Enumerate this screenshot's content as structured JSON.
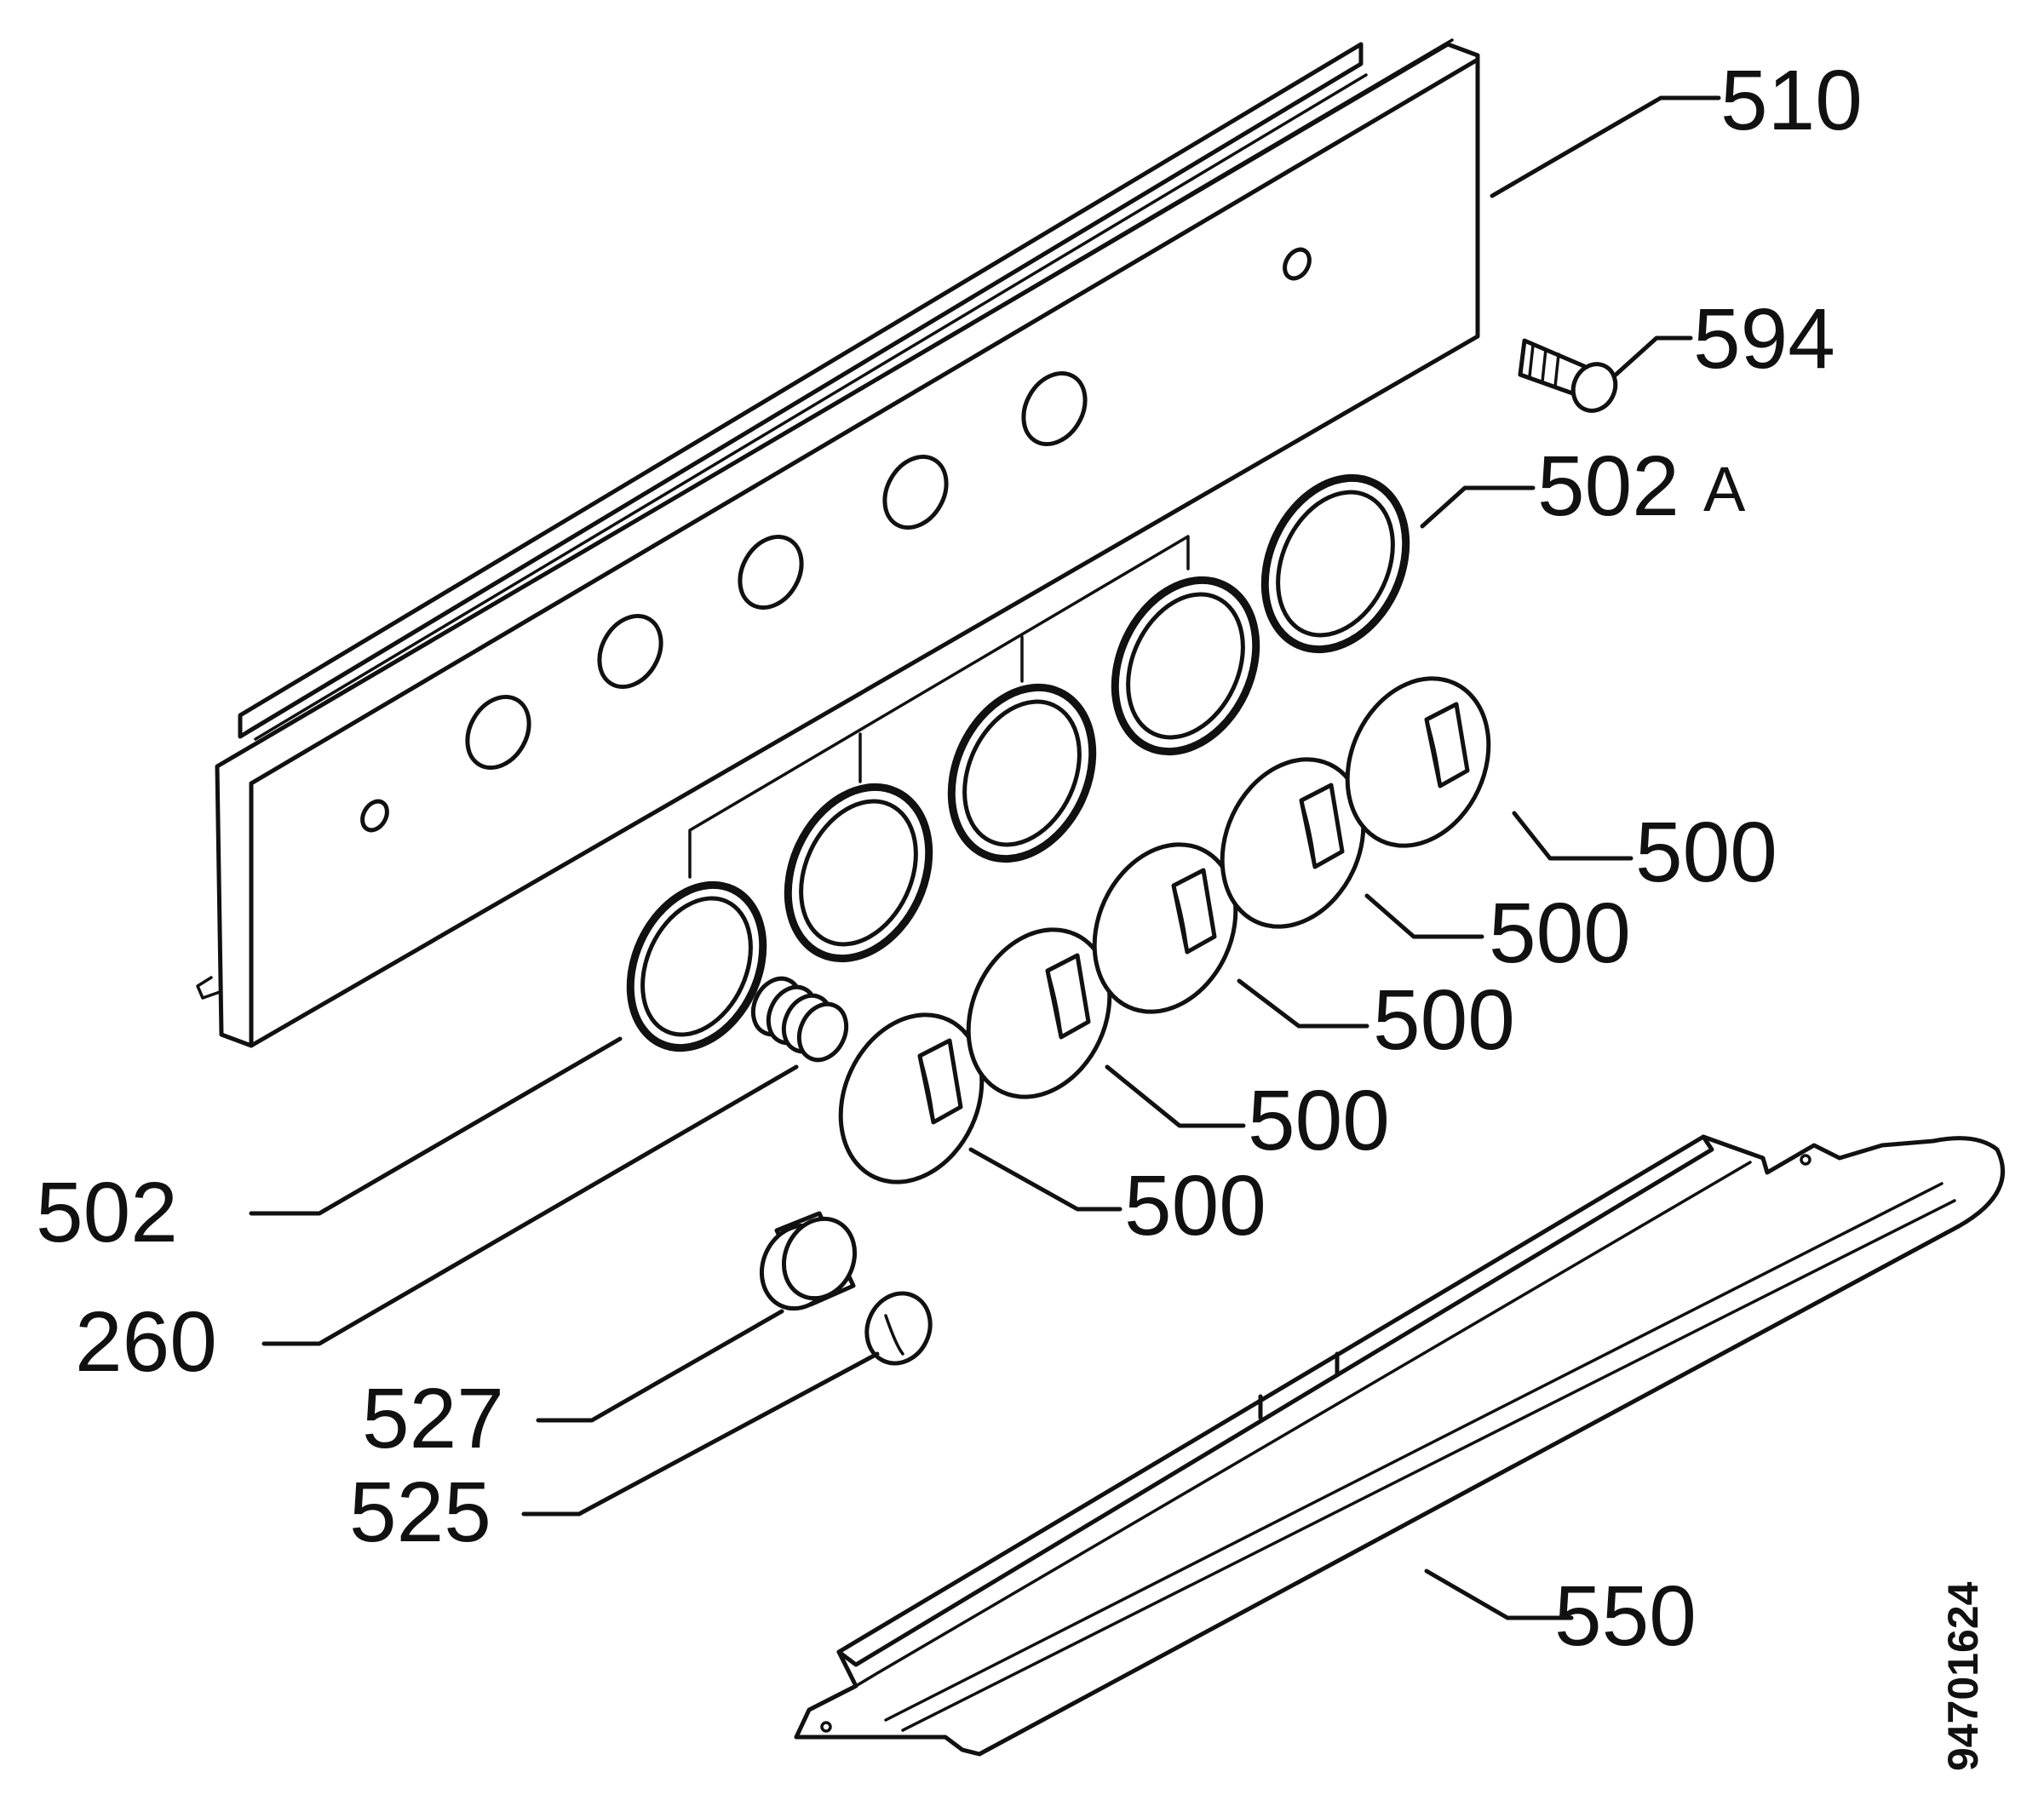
{
  "diagram": {
    "labels": {
      "panel": "510",
      "indicator_lamp": "594",
      "bezel_a": "502",
      "bezel_a_suffix": "A",
      "bezel": "502",
      "knob_1": "500",
      "knob_2": "500",
      "knob_3": "500",
      "knob_4": "500",
      "knob_5": "500",
      "spring": "260",
      "button_cap": "527",
      "button": "525",
      "cover_strip": "550"
    },
    "document_number": "94701624",
    "line_color": "#111111",
    "background_color": "#ffffff"
  }
}
